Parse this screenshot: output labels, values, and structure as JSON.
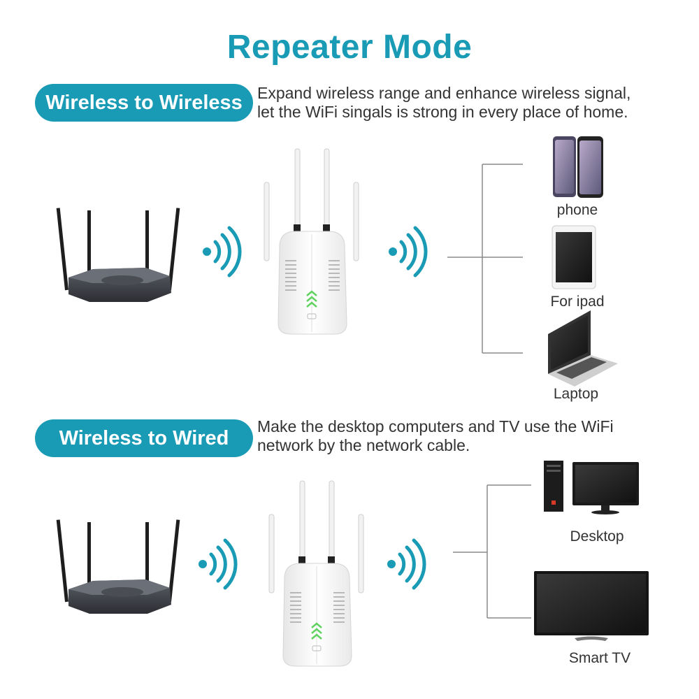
{
  "title": "Repeater Mode",
  "sections": [
    {
      "pill": "Wireless to Wireless",
      "desc": [
        "Expand wireless range and enhance wireless signal,",
        "let the WiFi singals is strong in every place of home."
      ],
      "devices": [
        "phone",
        "For ipad",
        "Laptop"
      ]
    },
    {
      "pill": "Wireless to Wired",
      "desc": [
        "Make the desktop computers and TV use the WiFi",
        "network by the network cable."
      ],
      "devices": [
        "Desktop",
        "Smart TV"
      ]
    }
  ],
  "colors": {
    "accent": "#1a9bb5",
    "signal_green": "#5fd35f",
    "router": "#3a3d42"
  }
}
